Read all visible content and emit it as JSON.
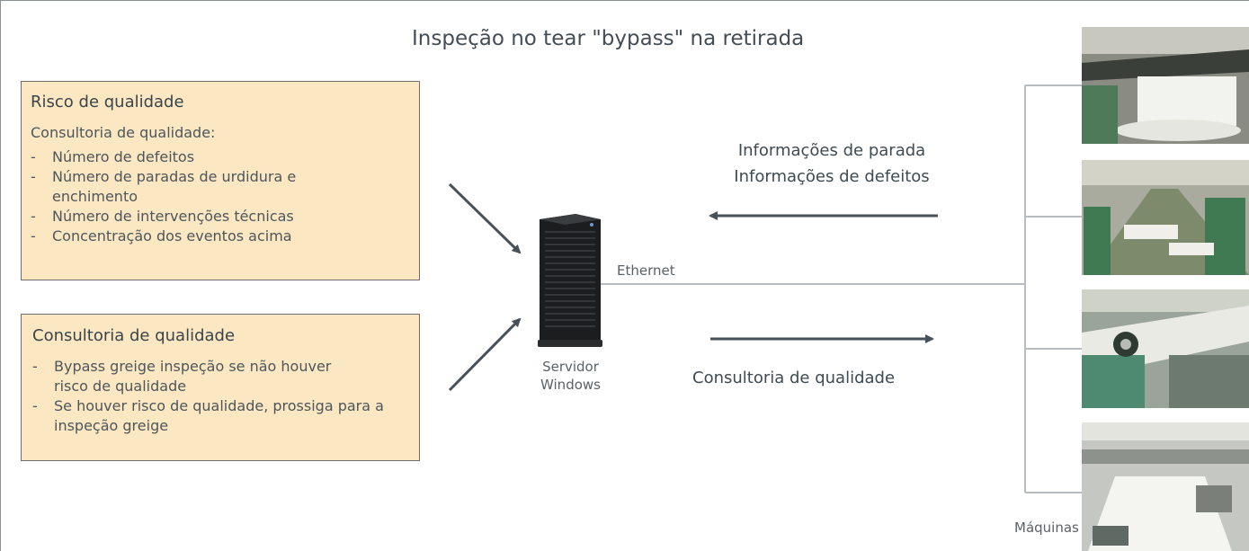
{
  "title": "Inspeção no tear \"bypass\" na retirada",
  "box_risk": {
    "title": "Risco de qualidade",
    "subtitle": "Consultoria de qualidade:",
    "items": [
      "Número de defeitos",
      "Número de paradas de urdidura e enchimento",
      "Número de intervenções técnicas",
      "Concentração dos eventos acima"
    ]
  },
  "box_consult": {
    "title": "Consultoria de qualidade",
    "items": [
      "Bypass greige inspeção se não houver risco de qualidade",
      "Se houver risco de qualidade, prossiga para a inspeção greige"
    ]
  },
  "server": {
    "label_line1": "Servidor",
    "label_line2": "Windows"
  },
  "ethernet_label": "Ethernet",
  "stop_info": {
    "line1": "Informações de parada",
    "line2": "Informações de defeitos"
  },
  "quality_consulting_label": "Consultoria de qualidade",
  "machines_label": "Máquinas",
  "colors": {
    "box_fill": "#fbe7c1",
    "arrow": "#465159",
    "network_line": "#b8bcbf"
  },
  "icons": [
    "server-tower-icon",
    "loom-machine-photo"
  ]
}
